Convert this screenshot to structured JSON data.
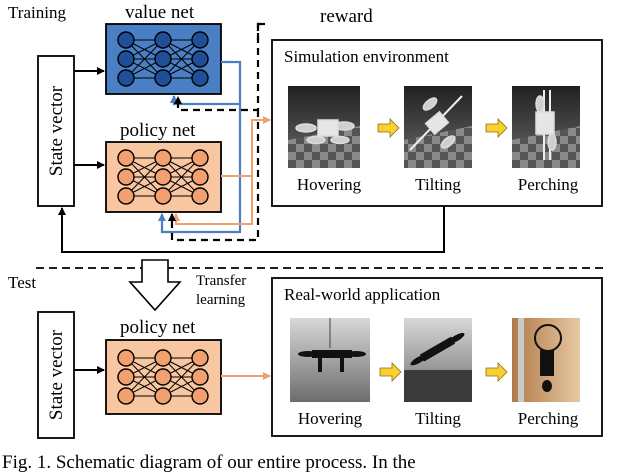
{
  "training": {
    "section_label": "Training",
    "value_net_label": "value net",
    "policy_net_label": "policy net",
    "state_vector_label": "State vector",
    "reward_label": "reward",
    "simulation": {
      "title": "Simulation environment",
      "phases": [
        "Hovering",
        "Tilting",
        "Perching"
      ]
    }
  },
  "test": {
    "section_label": "Test",
    "transfer_label_line1": "Transfer",
    "transfer_label_line2": "learning",
    "policy_net_label": "policy net",
    "state_vector_label": "State vector",
    "real_world": {
      "title": "Real-world application",
      "phases": [
        "Hovering",
        "Tilting",
        "Perching"
      ]
    }
  },
  "caption": "Fig.  1.  Schematic  diagram  of  our  entire  process.  In  the",
  "colors": {
    "value_net_fill": "#4a7fc3",
    "policy_net_fill": "#f8c6a0",
    "value_arrow": "#4a7fc3",
    "policy_arrow": "#f0a070",
    "node_blue": "#1f4f99",
    "node_orange": "#f3a070",
    "action_arrow": "#f8d030"
  }
}
